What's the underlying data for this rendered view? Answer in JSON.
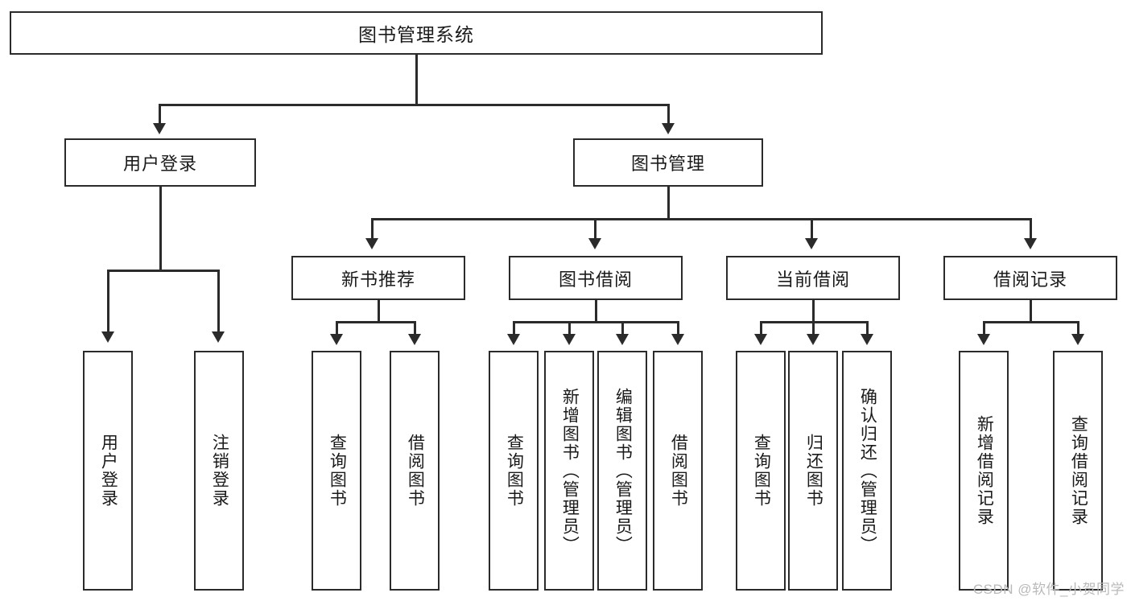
{
  "diagram": {
    "title": "图书管理系统",
    "type": "hierarchy-tree",
    "root": {
      "label": "图书管理系统"
    },
    "level2": [
      {
        "id": "user-login",
        "label": "用户登录"
      },
      {
        "id": "book-management",
        "label": "图书管理"
      }
    ],
    "level3": [
      {
        "id": "new-book-recommend",
        "label": "新书推荐"
      },
      {
        "id": "book-borrow",
        "label": "图书借阅"
      },
      {
        "id": "current-borrow",
        "label": "当前借阅"
      },
      {
        "id": "borrow-record",
        "label": "借阅记录"
      }
    ],
    "leaves": {
      "user_login": [
        {
          "id": "leaf-user-login",
          "label": "用户登录"
        },
        {
          "id": "leaf-logout-login",
          "label": "注销登录"
        }
      ],
      "new_book_recommend": [
        {
          "id": "leaf-query-book-1",
          "label": "查询图书"
        },
        {
          "id": "leaf-borrow-book-1",
          "label": "借阅图书"
        }
      ],
      "book_borrow": [
        {
          "id": "leaf-query-book-2",
          "label": "查询图书"
        },
        {
          "id": "leaf-add-book",
          "label": "新增图书（管理员）"
        },
        {
          "id": "leaf-edit-book",
          "label": "编辑图书（管理员）"
        },
        {
          "id": "leaf-borrow-book-2",
          "label": "借阅图书"
        }
      ],
      "current_borrow": [
        {
          "id": "leaf-query-book-3",
          "label": "查询图书"
        },
        {
          "id": "leaf-return-book",
          "label": "归还图书"
        },
        {
          "id": "leaf-confirm-return",
          "label": "确认归还（管理员）"
        }
      ],
      "borrow_record": [
        {
          "id": "leaf-add-record",
          "label": "新增借阅记录"
        },
        {
          "id": "leaf-query-record",
          "label": "查询借阅记录"
        }
      ]
    }
  },
  "watermark": {
    "text": "CSDN @软件_小贺同学"
  },
  "colors": {
    "stroke": "#2b2b2b",
    "background": "#ffffff",
    "text": "#1a1a1a",
    "watermark": "#b9b9b9"
  }
}
